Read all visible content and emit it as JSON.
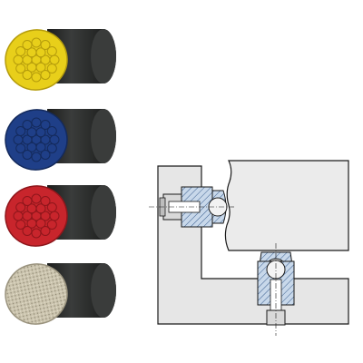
{
  "figure": {
    "products": [
      {
        "id": "yellow",
        "pad_type": "rubber-cleat",
        "pad_color": "#e8cf1a",
        "pad_dark": "#b59c0c"
      },
      {
        "id": "blue",
        "pad_type": "rubber-cleat",
        "pad_color": "#1f3f88",
        "pad_dark": "#142a5c"
      },
      {
        "id": "red",
        "pad_type": "rubber-cleat",
        "pad_color": "#c8252c",
        "pad_dark": "#8e161b"
      },
      {
        "id": "diamond",
        "pad_type": "diamond-coated",
        "pad_color": "#c9c2ad",
        "pad_dark": "#9a937e"
      }
    ],
    "body_color": "#2a2c2b",
    "drawing": {
      "fixture_fill": "#e6e6e6",
      "workpiece_fill": "#e9e9e9",
      "section_fill": "#c8d8ea",
      "line_color": "#1a1a1a"
    }
  }
}
